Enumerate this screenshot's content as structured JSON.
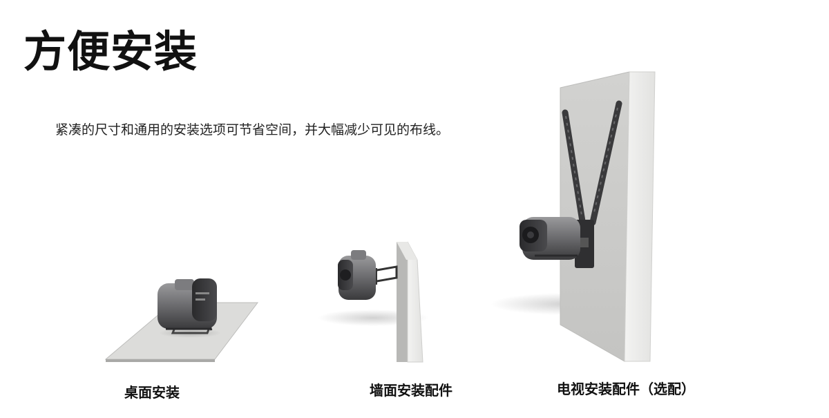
{
  "heading": {
    "title": "方便安装",
    "description": "紧凑的尺寸和通用的安装选项可节省空间，并大幅减少可见的布线。"
  },
  "options": [
    {
      "label": "桌面安装"
    },
    {
      "label": "墙面安装配件"
    },
    {
      "label": "电视安装配件（选配）"
    }
  ],
  "colors": {
    "background": "#ffffff",
    "text": "#111111",
    "device_body": "#6e6e70",
    "device_dark": "#2e2e30",
    "panel": "#d9d9d7"
  }
}
